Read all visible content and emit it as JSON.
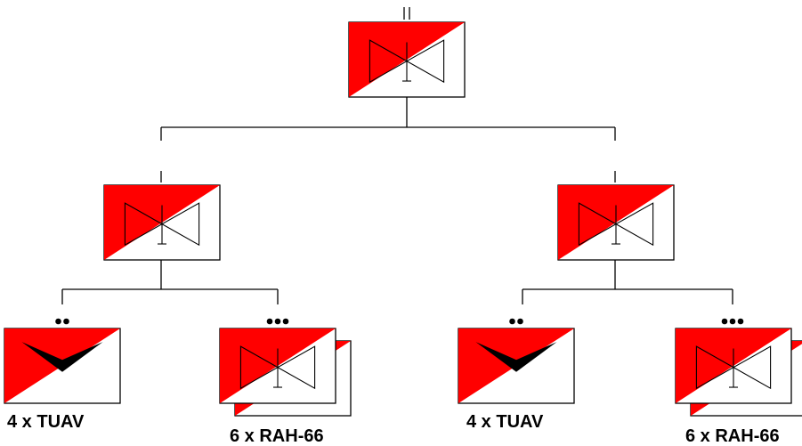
{
  "colors": {
    "fill": "#ff0000",
    "line": "#000000",
    "background": "#ffffff"
  },
  "symbols": {
    "top": {
      "type": "aviation",
      "echelon_mark": "||"
    },
    "mid_left": {
      "type": "aviation",
      "echelon_mark": "|"
    },
    "mid_right": {
      "type": "aviation",
      "echelon_mark": "|"
    },
    "bottom": [
      {
        "type": "uav",
        "echelon_mark": "••",
        "stacked": false,
        "label": "4 x TUAV"
      },
      {
        "type": "aviation",
        "echelon_mark": "•••",
        "stacked": true,
        "label": "6 x RAH-66"
      },
      {
        "type": "uav",
        "echelon_mark": "••",
        "stacked": false,
        "label": "4 x TUAV"
      },
      {
        "type": "aviation",
        "echelon_mark": "•••",
        "stacked": true,
        "label": "6 x RAH-66"
      }
    ]
  }
}
